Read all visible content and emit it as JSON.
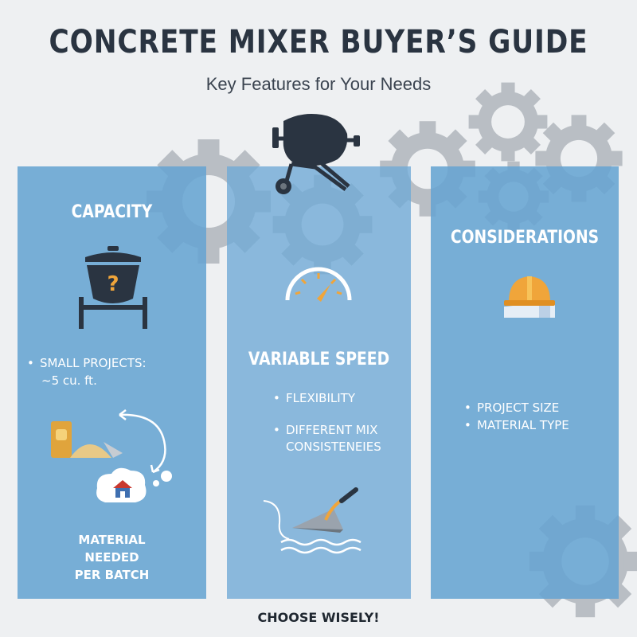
{
  "header": {
    "title": "CONCRETE MIXER BUYER’S GUIDE",
    "subtitle": "Key Features for Your Needs"
  },
  "panels": [
    {
      "heading": "CAPACITY",
      "bullet": "SMALL PROJECTS:",
      "bullet_detail": "~5 cu. ft.",
      "caption_lines": [
        "MATERIAL",
        "NEEDED",
        "PER BATCH"
      ],
      "icons": [
        "mixer-drum-question-icon",
        "cement-bag-sand-icon",
        "circular-arrow-icon",
        "house-thought-bubble-icon"
      ]
    },
    {
      "heading": "VARIABLE SPEED",
      "bullets": [
        "FLEXIBILITY",
        "DIFFERENT MIX"
      ],
      "bullet_detail": "CONSISTENEIES",
      "icons": [
        "speedometer-gauge-icon",
        "trowel-icon"
      ]
    },
    {
      "heading": "CONSIDERATIONS",
      "bullets": [
        "PROJECT SIZE",
        "MATERIAL TYPE"
      ],
      "icons": [
        "hard-hat-blueprint-icon"
      ]
    }
  ],
  "footer": {
    "text": "CHOOSE WISELY!"
  },
  "colors": {
    "panel_blue": "#67a4d2",
    "title_dark": "#2a3441",
    "accent_orange": "#f0a53a",
    "gear_gray": "#b9bec4"
  }
}
